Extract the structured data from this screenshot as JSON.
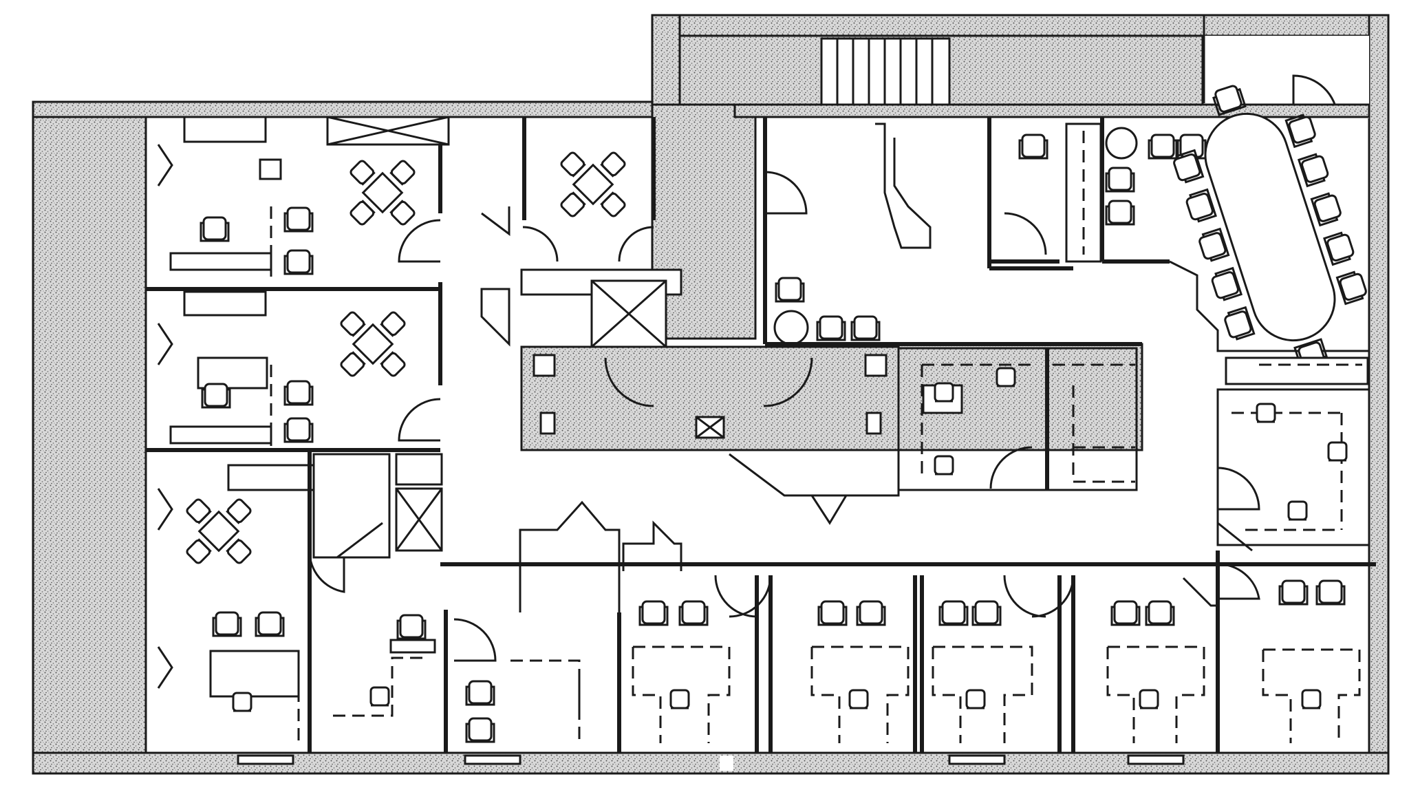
{
  "drawing": {
    "kind": "office floor plan",
    "labels": [],
    "colors": {
      "line": "#1a1a1a",
      "fill": "#ffffff",
      "hatch": "#8a8a8a"
    }
  },
  "elements": {
    "conference_room": {
      "chairs": 12,
      "table": "oval"
    },
    "private_offices": 12,
    "meeting_tables": 4,
    "elevators": 3,
    "stair_treads": 8,
    "restrooms": 2
  }
}
